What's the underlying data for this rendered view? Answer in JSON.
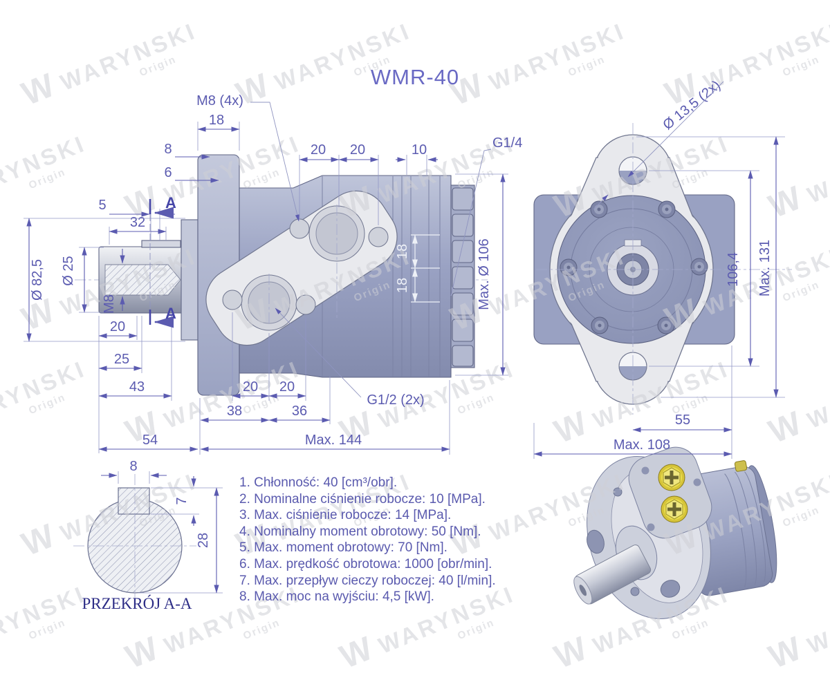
{
  "title": "WMR-40",
  "watermark": {
    "logo": "W",
    "brand": "WARYNSKI",
    "sub": "Origin"
  },
  "colors": {
    "dimension": "#5b5bb0",
    "title": "#6a6ac4",
    "spec_text": "#5a5aae",
    "section_caption": "#2c2c86",
    "body_fill": "#a5acc9",
    "plate_fill": "#e9eaee",
    "watermark": "#cfd0d6",
    "plug_yellow": "#e9dd4e"
  },
  "views": {
    "side": {
      "labels": {
        "m8_4x": "M8 (4x)",
        "g14": "G1/4",
        "g12_2x": "G1/2 (2x)",
        "top18": "18",
        "d8": "8",
        "d6": "6",
        "t20a": "20",
        "t20b": "20",
        "t10": "10",
        "d5": "5",
        "d32": "32",
        "dia82_5": "Ø 82,5",
        "dia25": "Ø 25",
        "m8": "M8",
        "s20": "20",
        "d25": "25",
        "d43": "43",
        "d54": "54",
        "b20a": "20",
        "b20b": "20",
        "d38": "38",
        "d36": "36",
        "max144": "Max. 144",
        "r18a": "18",
        "r18b": "18",
        "max_dia106": "Max. Ø 106",
        "section_a_top": "A",
        "section_a_bottom": "A"
      }
    },
    "front": {
      "labels": {
        "dia13_5": "Ø 13,5 (2x)",
        "d106_4": "106,4",
        "max131": "Max. 131",
        "d55": "55",
        "max108": "Max. 108"
      }
    },
    "section": {
      "labels": {
        "d8": "8",
        "d7": "7",
        "d28": "28",
        "caption": "PRZEKRÓJ A-A"
      }
    }
  },
  "specs": {
    "items": [
      "1. Chłonność: 40 [cm³/obr].",
      "2. Nominalne ciśnienie robocze: 10 [MPa].",
      "3. Max. ciśnienie robocze: 14 [MPa].",
      "4. Nominalny moment obrotowy: 50 [Nm].",
      "5. Max. moment obrotowy: 70 [Nm].",
      "6. Max. prędkość obrotowa: 1000 [obr/min].",
      "7. Max. przepływ cieczy roboczej: 40 [l/min].",
      "8. Max. moc na wyjściu: 4,5 [kW]."
    ]
  }
}
